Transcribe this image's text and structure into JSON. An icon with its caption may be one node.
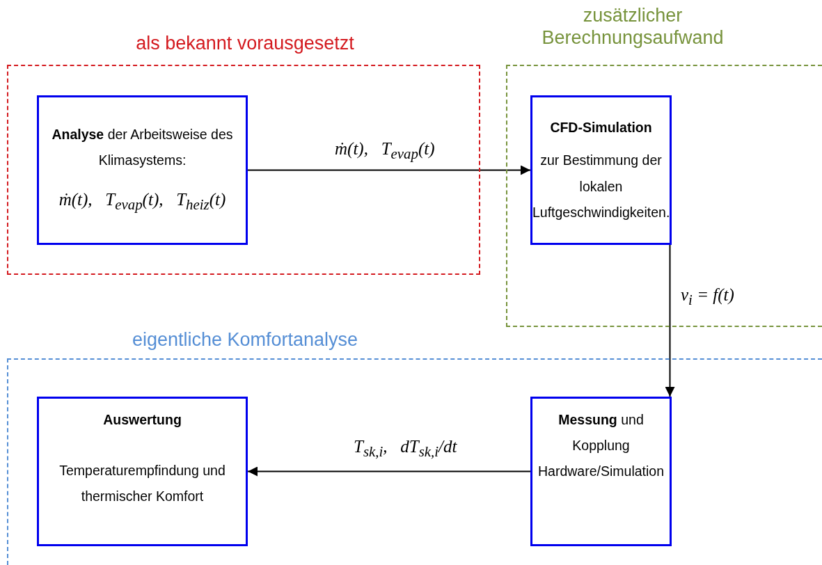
{
  "diagram": {
    "nodes": [
      {
        "text": [
          "als bekannt vorausgesetzt"
        ]
      },
      {
        "text": [
          "**Analyse** der Arbeitsweise des Klimasystems:",
          "ṁ(t),   T$_{evap}$(t),   T$_{heiz}$(t)"
        ],
        "in": 0
      },
      {
        "text": [
          "zusätzlicher Berechnungsaufwand"
        ]
      },
      {
        "text": [
          "CFD-Simulation",
          "zur Bestimmung der lokalen Luftgeschwindigkeiten."
        ],
        "in": 2
      },
      {
        "text": [
          "eigentliche Komfortanalyse"
        ]
      },
      {
        "text": [
          "Auswertung",
          "Temperaturempfindung und thermischer Komfort"
        ],
        "in": 4
      },
      {
        "text": [
          "**Messung** und Kopplung Hardware/Simulation"
        ],
        "in": 4
      }
    ],
    "edges": [
      {
        "from": 1,
        "to": 3,
        "arrow": "to",
        "label": "ṁ(t),   T$_{evap}$(t)"
      },
      {
        "from": 3,
        "to": 6,
        "arrow": "to",
        "label": "v$_{i}$ = f(t)"
      },
      {
        "from": 6,
        "to": 5,
        "arrow": "to",
        "label": "T$_{sk,i}$,   dT$_{sk,i}$/dt"
      }
    ]
  }
}
